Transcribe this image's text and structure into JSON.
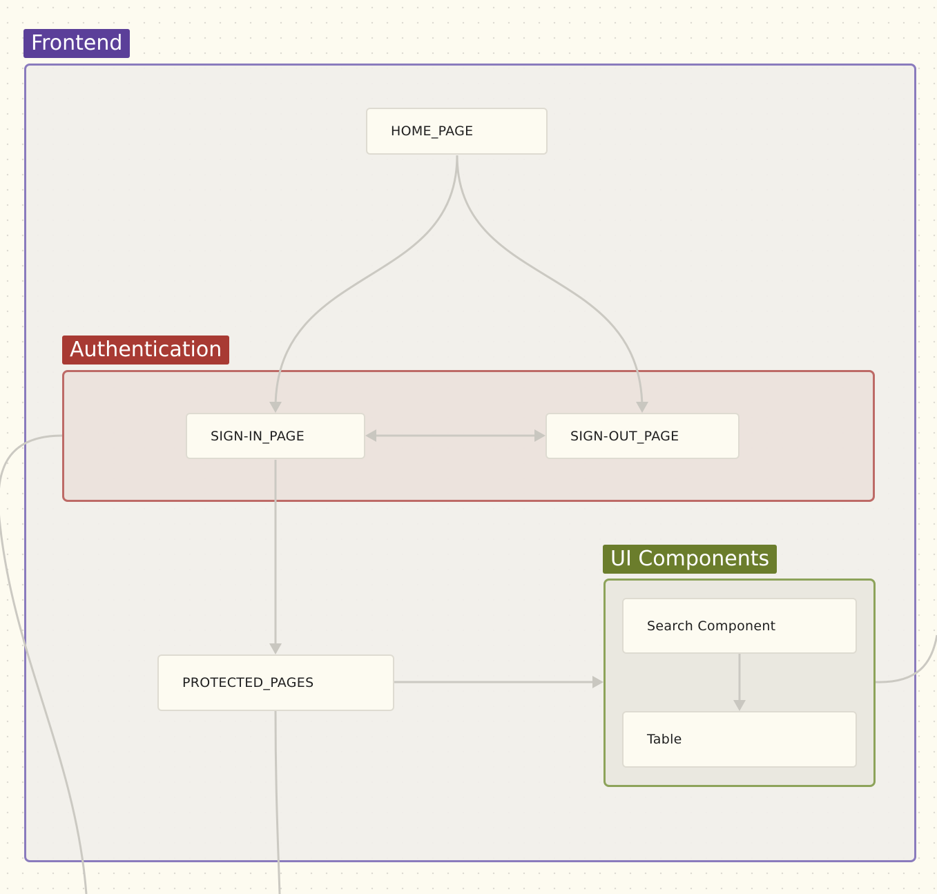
{
  "groups": {
    "frontend": {
      "label": "Frontend",
      "color": "#5b3f99",
      "border": "#8a7bbd",
      "fill": "#f1efea"
    },
    "authentication": {
      "label": "Authentication",
      "color": "#a83a33",
      "border": "#bd6a66",
      "fill": "#ebe1dc"
    },
    "ui_components": {
      "label": "UI Components",
      "color": "#6b7d2c",
      "border": "#8da35a",
      "fill": "#e9e7df"
    }
  },
  "nodes": {
    "home_page": "HOME_PAGE",
    "sign_in_page": "SIGN-IN_PAGE",
    "sign_out_page": "SIGN-OUT_PAGE",
    "protected_pages": "PROTECTED_PAGES",
    "search_component": "Search Component",
    "table": "Table"
  }
}
